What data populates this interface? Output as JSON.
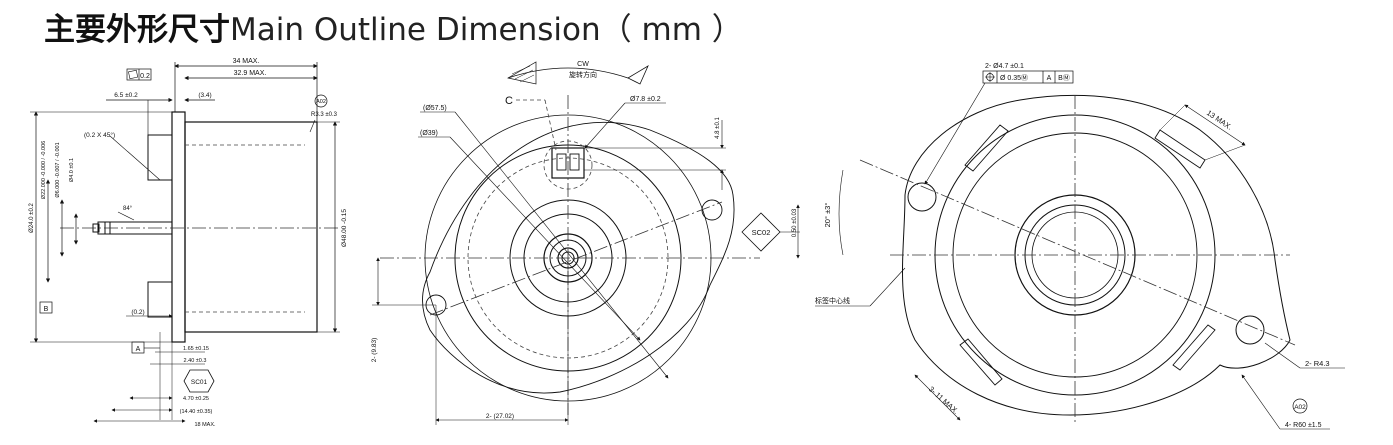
{
  "title": {
    "cn": "主要外形尺寸",
    "en": "Main Outline Dimension（ mm ）"
  },
  "side_view": {
    "flatness": "0.2",
    "overall_max": "34 MAX.",
    "body_max": "32.9 MAX.",
    "dim_6_5": "6.5 ±0.2",
    "dim_3_4": "(3.4)",
    "chamfer": "(0.2 X 45°)",
    "r3_3_tag": "A02",
    "r3_3": "R3.3 ±0.3",
    "dia_24": "Ø24.0 ±0.2",
    "dia_22": "Ø22.000 -0.000 / -0.006",
    "dia_6": "Ø6.000 -0.007 / -0.001",
    "dia_4": "Ø4.0 ±0.1",
    "dia_48": "Ø48.00 -0.15",
    "angle_84": "84°",
    "datum_b": "B",
    "dim_0_2": "(0.2)",
    "datum_a": "A",
    "dim_1_65": "1.65 ±0.15",
    "dim_2_40": "2.40 ±0.3",
    "sc01": "SC01",
    "dim_4_70": "4.70 ±0.25",
    "dim_14_40": "(14.40 ±0.35)",
    "dim_18": "18 MAX."
  },
  "front_view": {
    "cw": "CW",
    "rotation": "旋转方向",
    "label_c": "C",
    "dia_57_5": "(Ø57.5)",
    "dia_39": "(Ø39)",
    "dia_7_8": "Ø7.8 ±0.2",
    "dim_4_8": "4.8 ±0.1",
    "sc02": "SC02",
    "dim_0_50": "0.50 ±0.03",
    "dim_9_83": "2- (9.83)",
    "dim_27_02": "2- (27.02)"
  },
  "back_view": {
    "holes": "2- Ø4.7 ±0.1",
    "position_tol": "Ø 0.35Ⓜ",
    "datum_a": "A",
    "datum_bm": "BⓂ",
    "dim_13": "13 MAX.",
    "angle_20": "20° ±3°",
    "label_centerline": "标签中心线",
    "dim_11": "3- 11 MAX.",
    "r4_3": "2- R4.3",
    "a02": "A02",
    "r60": "4- R60 ±1.5"
  }
}
